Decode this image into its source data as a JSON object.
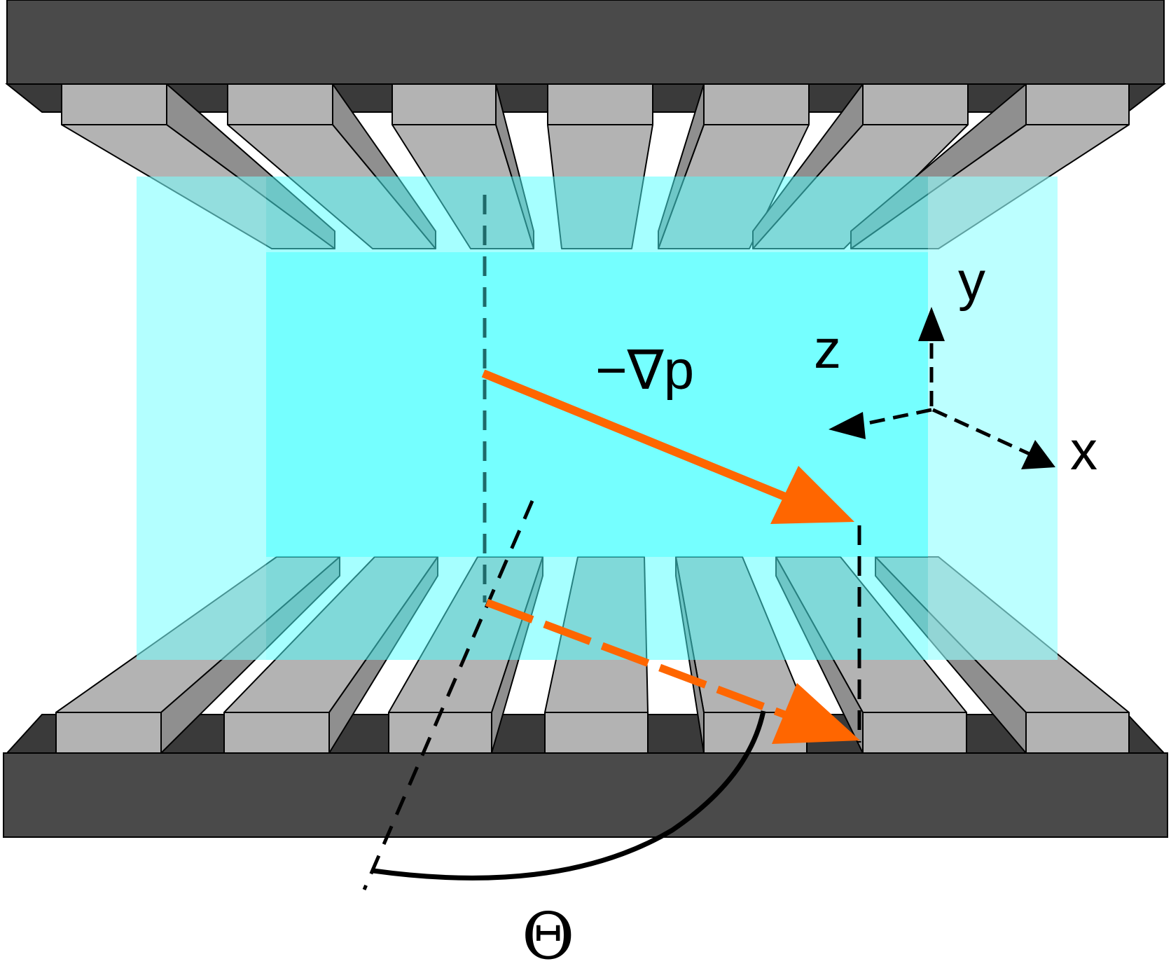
{
  "labels": {
    "neg_grad_p": "−∇p",
    "axis_x": "x",
    "axis_y": "y",
    "axis_z": "z",
    "theta": "Θ"
  },
  "colors": {
    "plate": "#4a4a4a",
    "groove_ridge": "#b3b3b3",
    "fluid": "#4dffff",
    "fluid_light": "#a9ffff",
    "arrow": "#ff6600",
    "dashed_guide": "#1e6a6a",
    "outline": "#000000"
  }
}
